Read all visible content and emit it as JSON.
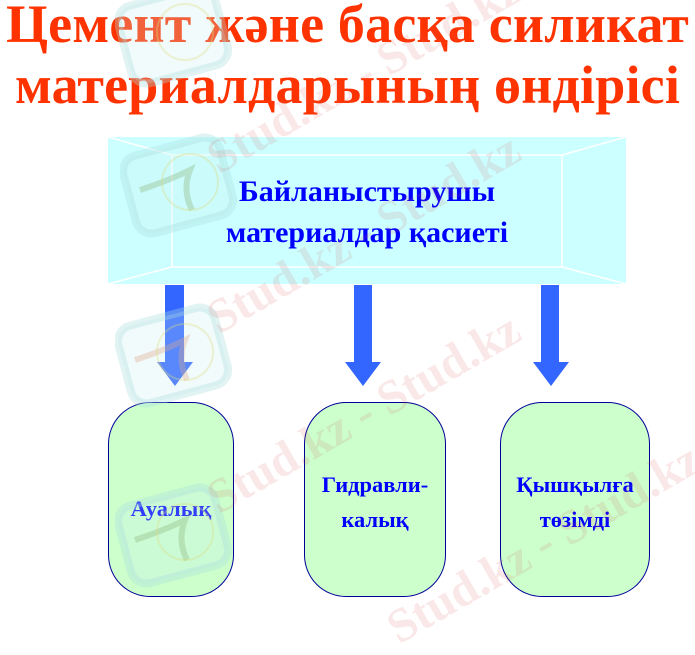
{
  "title": {
    "line1": "Цемент және басқа силикат",
    "line2": "материалдарының өндірісі",
    "color": "#ff3300"
  },
  "top_box": {
    "line1": "Байланыстырушы",
    "line2": "материалдар қасиеті",
    "fill": "#ccffff",
    "text_color": "#0000ff"
  },
  "arrows": {
    "color": "#3366ff",
    "count": 3
  },
  "nodes": [
    {
      "line1": "Ауалық",
      "line2": ""
    },
    {
      "line1": "Гидравли-",
      "line2": "калық"
    },
    {
      "line1": "Қышқылға",
      "line2": "төзімді"
    }
  ],
  "node_style": {
    "fill": "#ccffcc",
    "border": "#000099",
    "text_color": "#0000ff"
  },
  "watermark": {
    "text": "Stud.kz - Stud.kz"
  }
}
